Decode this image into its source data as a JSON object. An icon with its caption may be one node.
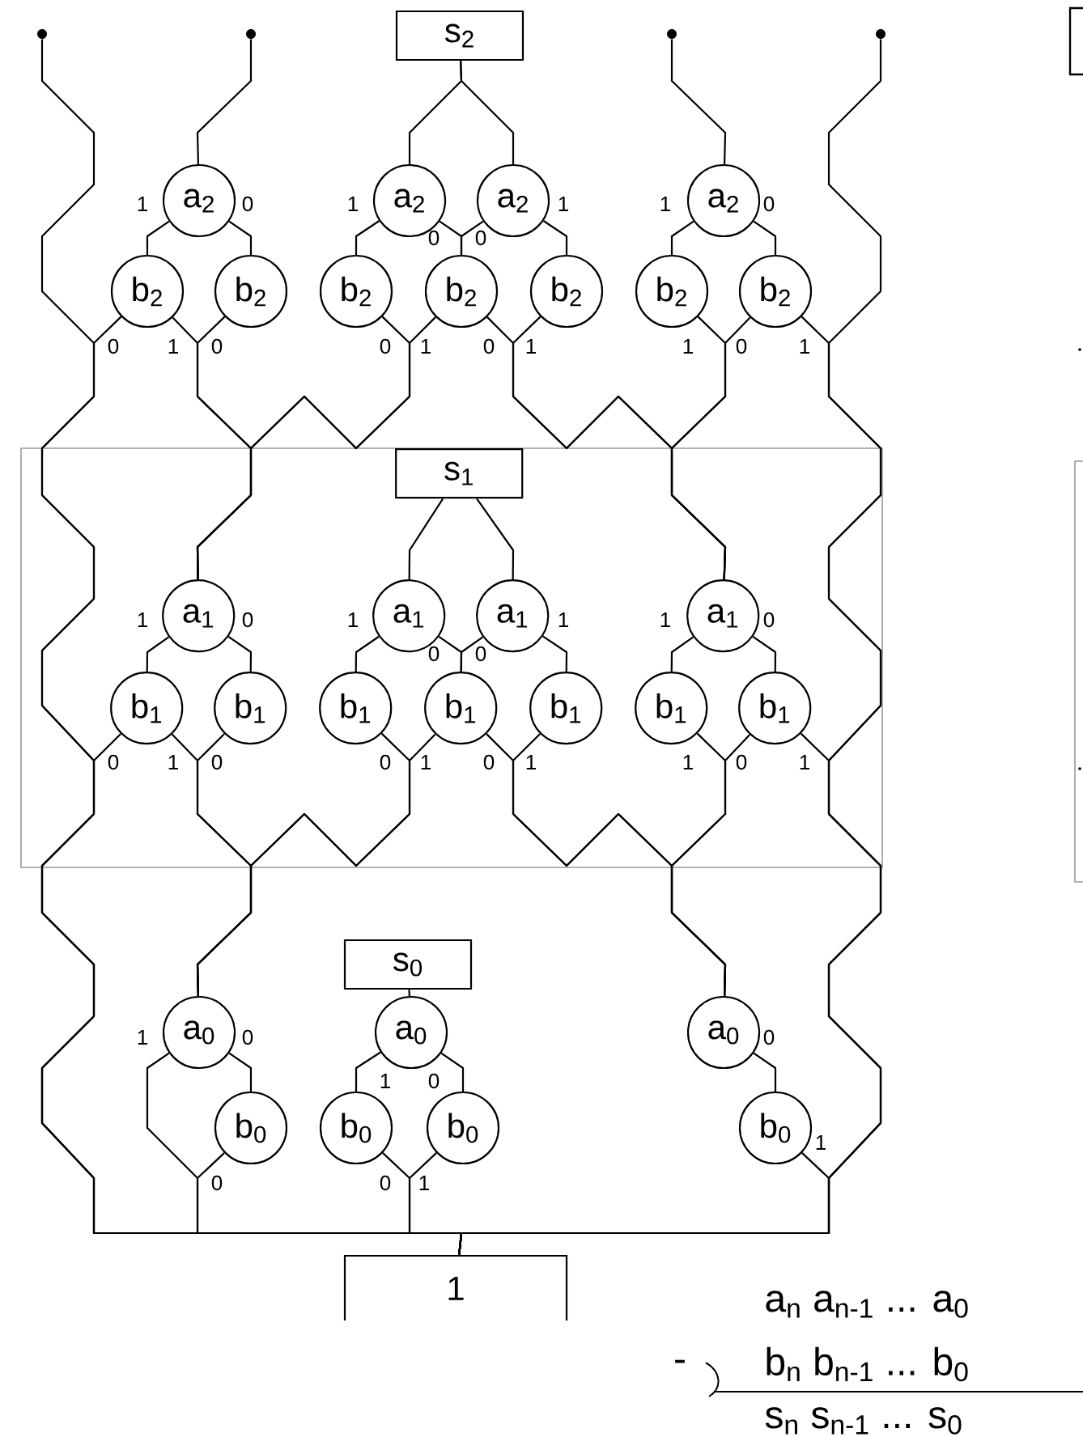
{
  "diagram": {
    "nodes": [
      {
        "text": [],
        "shape": "dot"
      },
      {
        "text": [],
        "shape": "dot"
      },
      {
        "text": [
          "s$_{2}$"
        ]
      },
      {
        "text": [],
        "shape": "dot"
      },
      {
        "text": [],
        "shape": "dot"
      },
      {
        "text": [
          "a$_{2}$"
        ]
      },
      {
        "text": [
          "a$_{2}$"
        ]
      },
      {
        "text": [
          "a$_{2}$"
        ]
      },
      {
        "text": [
          "a$_{2}$"
        ]
      },
      {
        "text": [
          "b$_{2}$"
        ]
      },
      {
        "text": [
          "b$_{2}$"
        ]
      },
      {
        "text": [
          "b$_{2}$"
        ]
      },
      {
        "text": [
          "b$_{2}$"
        ]
      },
      {
        "text": [
          "b$_{2}$"
        ]
      },
      {
        "text": [
          "b$_{2}$"
        ]
      },
      {
        "text": [
          "b$_{2}$"
        ]
      },
      {
        "text": [],
        "shape": "box"
      },
      {
        "text": [
          "s$_{1}$"
        ],
        "in": 16
      },
      {
        "text": [
          "a$_{1}$"
        ],
        "in": 16
      },
      {
        "text": [
          "a$_{1}$"
        ],
        "in": 16
      },
      {
        "text": [
          "a$_{1}$"
        ],
        "in": 16
      },
      {
        "text": [
          "a$_{1}$"
        ],
        "in": 16
      },
      {
        "text": [
          "b$_{1}$"
        ],
        "in": 16
      },
      {
        "text": [
          "b$_{1}$"
        ],
        "in": 16
      },
      {
        "text": [
          "b$_{1}$"
        ],
        "in": 16
      },
      {
        "text": [
          "b$_{1}$"
        ],
        "in": 16
      },
      {
        "text": [
          "b$_{1}$"
        ],
        "in": 16
      },
      {
        "text": [
          "b$_{1}$"
        ],
        "in": 16
      },
      {
        "text": [
          "b$_{1}$"
        ],
        "in": 16
      },
      {
        "text": [
          "s$_{0}$"
        ]
      },
      {
        "text": [
          "a$_{0}$"
        ]
      },
      {
        "text": [
          "a$_{0}$"
        ]
      },
      {
        "text": [
          "a$_{0}$"
        ]
      },
      {
        "text": [
          "b$_{0}$"
        ]
      },
      {
        "text": [
          "b$_{0}$"
        ]
      },
      {
        "text": [
          "b$_{0}$"
        ]
      },
      {
        "text": [
          "b$_{0}$"
        ]
      },
      {
        "text": [
          "1"
        ]
      }
    ],
    "edges": [
      {
        "from": 0,
        "to": 37,
        "arrow": "none"
      },
      {
        "from": 1,
        "to": 5,
        "arrow": "none"
      },
      {
        "from": 2,
        "to": 6,
        "arrow": "none"
      },
      {
        "from": 2,
        "to": 7,
        "arrow": "none"
      },
      {
        "from": 3,
        "to": 8,
        "arrow": "none"
      },
      {
        "from": 4,
        "to": 37,
        "arrow": "none"
      },
      {
        "from": 5,
        "to": 9,
        "arrow": "none",
        "label": "1"
      },
      {
        "from": 5,
        "to": 10,
        "arrow": "none",
        "label": "0"
      },
      {
        "from": 6,
        "to": 11,
        "arrow": "none",
        "label": "1"
      },
      {
        "from": 6,
        "to": 12,
        "arrow": "none",
        "label": "0"
      },
      {
        "from": 7,
        "to": 12,
        "arrow": "none",
        "label": "0"
      },
      {
        "from": 7,
        "to": 13,
        "arrow": "none",
        "label": "1"
      },
      {
        "from": 8,
        "to": 14,
        "arrow": "none",
        "label": "1"
      },
      {
        "from": 8,
        "to": 15,
        "arrow": "none",
        "label": "0"
      },
      {
        "from": 9,
        "to": 37,
        "arrow": "none",
        "label": "0"
      },
      {
        "from": 9,
        "to": 18,
        "arrow": "none",
        "label": "1"
      },
      {
        "from": 10,
        "to": 18,
        "arrow": "none",
        "label": "0"
      },
      {
        "from": 11,
        "to": 18,
        "arrow": "none",
        "label": "0"
      },
      {
        "from": 12,
        "to": 18,
        "arrow": "none",
        "label": "1"
      },
      {
        "from": 12,
        "to": 21,
        "arrow": "none",
        "label": "0"
      },
      {
        "from": 13,
        "to": 21,
        "arrow": "none",
        "label": "1"
      },
      {
        "from": 14,
        "to": 21,
        "arrow": "none",
        "label": "1"
      },
      {
        "from": 15,
        "to": 21,
        "arrow": "none",
        "label": "0"
      },
      {
        "from": 15,
        "to": 37,
        "arrow": "none",
        "label": "1"
      },
      {
        "from": 17,
        "to": 19,
        "arrow": "none"
      },
      {
        "from": 17,
        "to": 20,
        "arrow": "none"
      },
      {
        "from": 18,
        "to": 22,
        "arrow": "none",
        "label": "1"
      },
      {
        "from": 18,
        "to": 23,
        "arrow": "none",
        "label": "0"
      },
      {
        "from": 19,
        "to": 24,
        "arrow": "none",
        "label": "1"
      },
      {
        "from": 19,
        "to": 25,
        "arrow": "none",
        "label": "0"
      },
      {
        "from": 20,
        "to": 25,
        "arrow": "none",
        "label": "0"
      },
      {
        "from": 20,
        "to": 26,
        "arrow": "none",
        "label": "1"
      },
      {
        "from": 21,
        "to": 27,
        "arrow": "none",
        "label": "1"
      },
      {
        "from": 21,
        "to": 28,
        "arrow": "none",
        "label": "0"
      },
      {
        "from": 22,
        "to": 37,
        "arrow": "none",
        "label": "0"
      },
      {
        "from": 22,
        "to": 30,
        "arrow": "none",
        "label": "1"
      },
      {
        "from": 23,
        "to": 30,
        "arrow": "none",
        "label": "0"
      },
      {
        "from": 24,
        "to": 30,
        "arrow": "none",
        "label": "0"
      },
      {
        "from": 25,
        "to": 30,
        "arrow": "none",
        "label": "1"
      },
      {
        "from": 25,
        "to": 32,
        "arrow": "none",
        "label": "0"
      },
      {
        "from": 26,
        "to": 32,
        "arrow": "none",
        "label": "1"
      },
      {
        "from": 27,
        "to": 32,
        "arrow": "none",
        "label": "1"
      },
      {
        "from": 28,
        "to": 32,
        "arrow": "none",
        "label": "0"
      },
      {
        "from": 28,
        "to": 37,
        "arrow": "none",
        "label": "1"
      },
      {
        "from": 29,
        "to": 31,
        "arrow": "none"
      },
      {
        "from": 30,
        "to": 37,
        "arrow": "none",
        "label": "1"
      },
      {
        "from": 30,
        "to": 33,
        "arrow": "none",
        "label": "0"
      },
      {
        "from": 33,
        "to": 37,
        "arrow": "none",
        "label": "0"
      },
      {
        "from": 31,
        "to": 34,
        "arrow": "none",
        "label": "1"
      },
      {
        "from": 31,
        "to": 35,
        "arrow": "none",
        "label": "0"
      },
      {
        "from": 34,
        "to": 37,
        "arrow": "none",
        "label": "0"
      },
      {
        "from": 35,
        "to": 37,
        "arrow": "none",
        "label": "1"
      },
      {
        "from": 32,
        "to": 36,
        "arrow": "none",
        "label": "0"
      },
      {
        "from": 36,
        "to": 37,
        "arrow": "none",
        "label": "1"
      }
    ],
    "labels": [
      "a$_{n}$ a$_{n-1}$ ... a$_{0}$",
      "-",
      "b$_{n}$ b$_{n-1}$ ... b$_{0}$",
      "s$_{n}$ s$_{n-1}$ ... s$_{0}$"
    ]
  }
}
